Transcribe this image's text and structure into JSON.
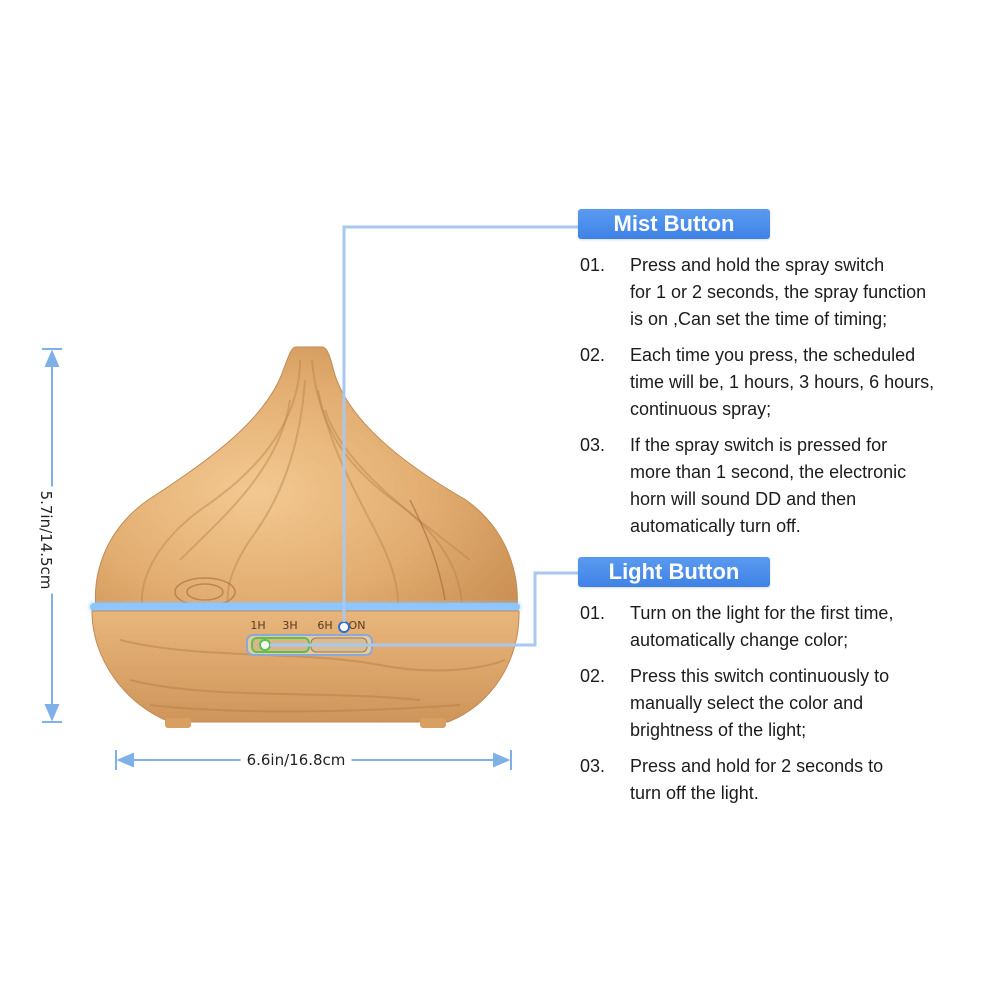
{
  "colors": {
    "accent_blue": "#4a8fec",
    "callout_line": "#a8c8f0",
    "wood_light": "#e8b679",
    "wood_dark": "#b57a45",
    "led_ring": "#8ec6ff"
  },
  "product": {
    "button_labels": [
      "1H",
      "3H",
      "6H",
      "ON"
    ],
    "height_label": "5.7in/14.5cm",
    "width_label": "6.6in/16.8cm"
  },
  "mist": {
    "title": "Mist Button",
    "steps": [
      {
        "num": "01.",
        "text": "Press and hold the spray switch\nfor 1 or 2 seconds, the spray function\nis on ,Can set the time of timing;"
      },
      {
        "num": "02.",
        "text": "Each time you press, the scheduled\ntime will be, 1 hours, 3 hours, 6 hours,\ncontinuous spray;"
      },
      {
        "num": "03.",
        "text": "If the spray switch is pressed for\nmore than 1 second, the electronic\nhorn will sound DD and then\nautomatically turn off."
      }
    ]
  },
  "light": {
    "title": "Light Button",
    "steps": [
      {
        "num": "01.",
        "text": "Turn on the light for the first time,\nautomatically change color;"
      },
      {
        "num": "02.",
        "text": "Press this switch continuously to\nmanually select the color and\nbrightness of the light;"
      },
      {
        "num": "03.",
        "text": "Press and hold for 2 seconds to\nturn off the light."
      }
    ]
  }
}
